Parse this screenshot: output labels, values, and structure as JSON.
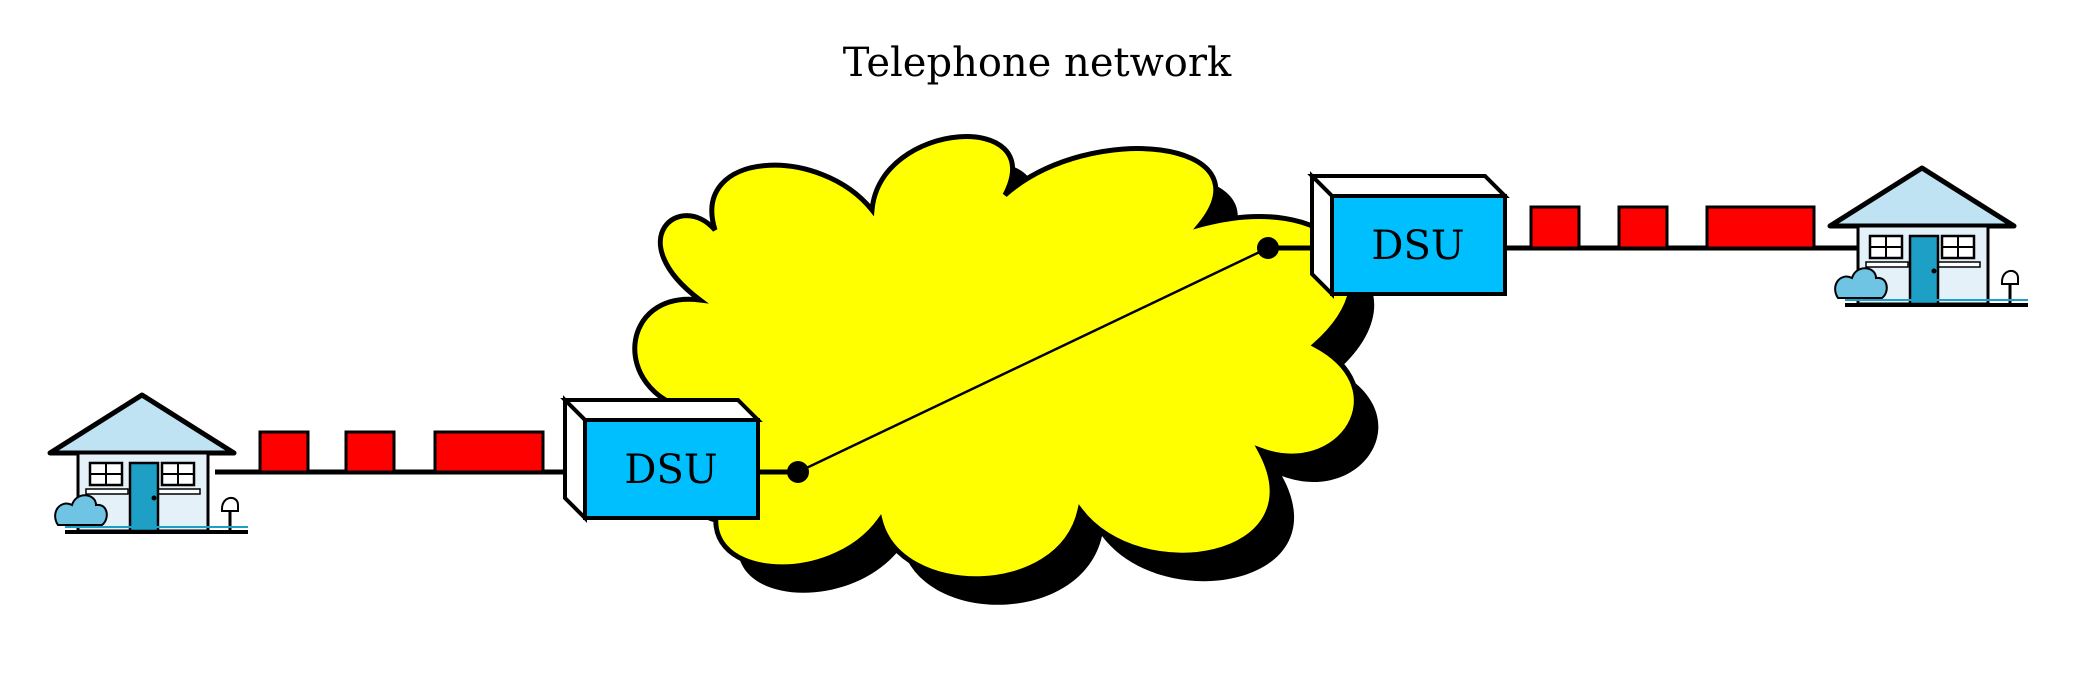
{
  "diagram": {
    "title": "Telephone network",
    "dsu_left_label": "DSU",
    "dsu_right_label": "DSU",
    "colors": {
      "cloud": "#ffff00",
      "cloud_shadow": "#000000",
      "dsu_front": "#00bfff",
      "dsu_side": "#ffffff",
      "data_block": "#ff0000",
      "house_roof": "#bfe3f2",
      "house_wall": "#e4f1f8",
      "door": "#1d9fc6",
      "bush": "#6fc3e3",
      "line": "#000000"
    },
    "icons": {
      "left_endpoint": "house-icon",
      "right_endpoint": "house-icon"
    }
  }
}
